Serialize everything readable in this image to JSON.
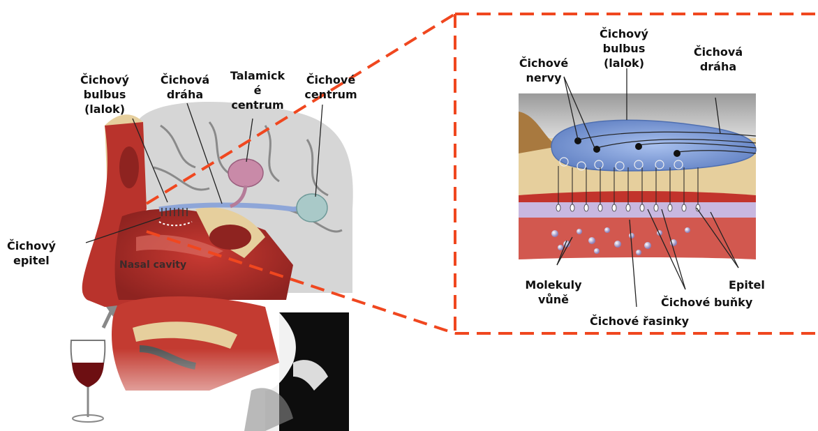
{
  "left_figure": {
    "labels": {
      "bulbus": [
        "Čichový",
        "bulbus",
        "(lalok)"
      ],
      "draha": [
        "Čichová",
        "dráha"
      ],
      "talamicke": [
        "Talamick",
        "é",
        "centrum"
      ],
      "centrum": [
        "Čichové",
        "centrum"
      ],
      "epitel": [
        "Čichový",
        "epitel"
      ],
      "nasal_cavity": "Nasal cavity"
    }
  },
  "inset": {
    "labels": {
      "nervy": [
        "Čichové",
        "nervy"
      ],
      "bulbus": [
        "Čichový",
        "bulbus",
        "(lalok)"
      ],
      "draha": [
        "Čichová",
        "dráha"
      ],
      "molekuly": [
        "Molekuly",
        "vůně"
      ],
      "epitel": "Epitel",
      "bunky": "Čichové buňky",
      "rasinky": "Čichové řasinky"
    }
  },
  "colors": {
    "callout_dash": "#f0471f",
    "bone": "#e9d2a4",
    "tissue_red": "#b8302b",
    "bulb_blue": "#7f9fd8",
    "brain_grey": "#cfcfcf"
  }
}
